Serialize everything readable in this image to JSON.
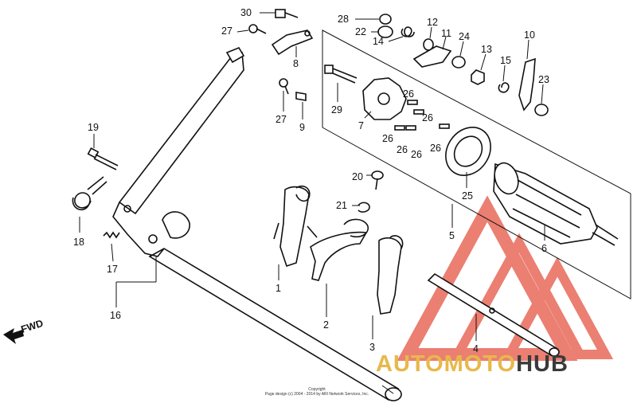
{
  "callouts": {
    "c30": "30",
    "c27a": "27",
    "c8": "8",
    "c28": "28",
    "c22": "22",
    "c14": "14",
    "c12": "12",
    "c11": "11",
    "c24": "24",
    "c13": "13",
    "c10": "10",
    "c15": "15",
    "c23": "23",
    "c29": "29",
    "c27b": "27",
    "c9": "9",
    "c7": "7",
    "c26a": "26",
    "c26b": "26",
    "c26c": "26",
    "c26d": "26",
    "c26e": "26",
    "c26f": "26",
    "c19": "19",
    "c20": "20",
    "c21": "21",
    "c25": "25",
    "c5": "5",
    "c6": "6",
    "c18": "18",
    "c17": "17",
    "c16": "16",
    "c1": "1",
    "c2": "2",
    "c3": "3",
    "c4": "4"
  },
  "fwd_label": "FWD",
  "watermark": {
    "brand_part1": "AUTOMOTO",
    "brand_part2": "HUB",
    "colors": {
      "triangle": "#e8695a",
      "brand_part1": "#e8b84a",
      "brand_part2": "#3a3a3a"
    }
  },
  "copyright": {
    "line1": "Copyright",
    "line2": "Page design (c) 2004 - 2014 by ARI Network Services, Inc."
  }
}
